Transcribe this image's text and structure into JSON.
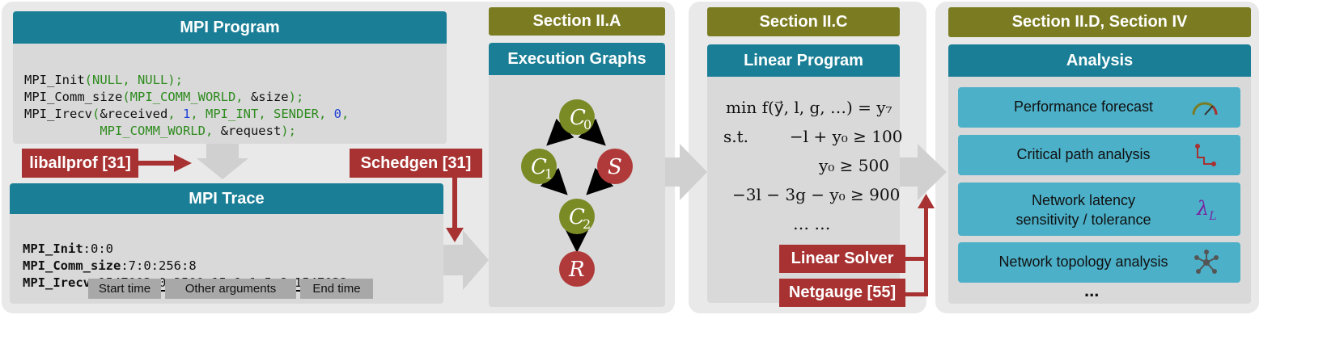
{
  "mpi_program": {
    "title": "MPI Program",
    "code_lines": [
      [
        "MPI_Init",
        "(NULL, NULL);"
      ],
      [
        "MPI_Comm_size",
        "(MPI_COMM_WORLD, ",
        "&size",
        ");"
      ],
      [
        "MPI_Irecv",
        "(",
        "&received",
        ", ",
        "1",
        ", MPI_INT, SENDER, ",
        "0",
        ","
      ],
      [
        "          ",
        "MPI_COMM_WORLD, ",
        "&request",
        ");"
      ]
    ]
  },
  "liballprof": {
    "label": "liballprof [31]"
  },
  "schedgen": {
    "label": "Schedgen [31]"
  },
  "mpi_trace": {
    "title": "MPI Trace",
    "lines": [
      {
        "fn": "MPI_Init",
        "rest": ":0:0"
      },
      {
        "fn": "MPI_Comm_size",
        "rest": ":7:0:256:8"
      },
      {
        "fn": "MPI_Irecv",
        "sep": ":",
        "start": "1547003",
        "middle": ":0:3500:15:1:1:5:6:",
        "end": "1547032"
      }
    ],
    "labels": {
      "start": "Start time",
      "other": "Other arguments",
      "end": "End time"
    }
  },
  "section_a": {
    "header": "Section II.A",
    "title": "Execution Graphs",
    "nodes": {
      "c0": "C",
      "c0_sub": "0",
      "c1": "C",
      "c1_sub": "1",
      "s": "S",
      "c2": "C",
      "c2_sub": "2",
      "r": "R"
    }
  },
  "section_c": {
    "header": "Section II.C",
    "title": "Linear Program",
    "lp_lines": [
      "min f(y⃗, l, g, …) = y₇",
      "s.t.        −l + y₀ ≥ 100",
      "y₀ ≥ 500",
      "−3l − 3g − y₀ ≥ 900",
      "… …"
    ],
    "linear_solver": "Linear Solver",
    "netgauge": "Netgauge [55]"
  },
  "section_d": {
    "header": "Section II.D, Section IV",
    "title": "Analysis",
    "items": [
      {
        "label": "Performance forecast",
        "icon": "gauge-icon"
      },
      {
        "label": "Critical path analysis",
        "icon": "critical-path-icon"
      },
      {
        "label": "Network latency\nsensitivity / tolerance",
        "icon": "lambda-icon",
        "icon_text": "λ",
        "icon_sub": "L"
      },
      {
        "label": "Network topology analysis",
        "icon": "topology-icon"
      }
    ],
    "ellipsis": "..."
  },
  "colors": {
    "teal": "#1a7f96",
    "olive": "#7b7c22",
    "red": "#a83232",
    "node_green": "#7a8a25",
    "node_red": "#b03a3a",
    "analysis_item": "#4bb0c8"
  }
}
